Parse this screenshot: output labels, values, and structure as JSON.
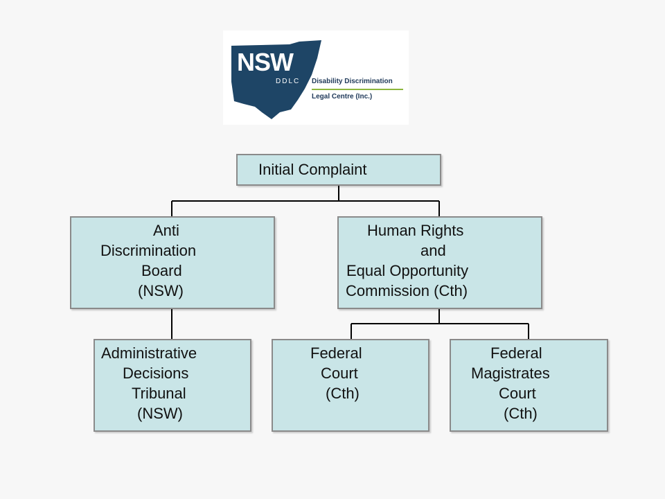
{
  "logo": {
    "acronym": "NSW",
    "subacronym": "DDLC",
    "line1": "Disability Discrimination",
    "line2": "Legal Centre (Inc.)",
    "colors": {
      "map": "#1e4566",
      "rule": "#8cb63c",
      "text": "#203a5a"
    }
  },
  "chart": {
    "nodes": [
      {
        "id": "initial_complaint",
        "lines": [
          "Initial Complaint"
        ]
      },
      {
        "id": "anti_discrimination_board",
        "lines": [
          "Anti",
          "Discrimination",
          "Board",
          "(NSW)"
        ]
      },
      {
        "id": "hreoc",
        "lines": [
          "Human Rights",
          "and",
          "Equal Opportunity",
          "Commission (Cth)"
        ]
      },
      {
        "id": "adt",
        "lines": [
          "Administrative",
          "Decisions",
          "Tribunal",
          "(NSW)"
        ]
      },
      {
        "id": "federal_court",
        "lines": [
          "Federal",
          "Court",
          "(Cth)"
        ]
      },
      {
        "id": "federal_magistrates_court",
        "lines": [
          "Federal",
          "Magistrates",
          "Court",
          "(Cth)"
        ]
      }
    ],
    "edges": [
      [
        "initial_complaint",
        "anti_discrimination_board"
      ],
      [
        "initial_complaint",
        "hreoc"
      ],
      [
        "anti_discrimination_board",
        "adt"
      ],
      [
        "hreoc",
        "federal_court"
      ],
      [
        "hreoc",
        "federal_magistrates_court"
      ]
    ],
    "colors": {
      "box_fill": "#c9e5e7",
      "box_border": "#8a8a8a",
      "connector": "#000000"
    }
  }
}
